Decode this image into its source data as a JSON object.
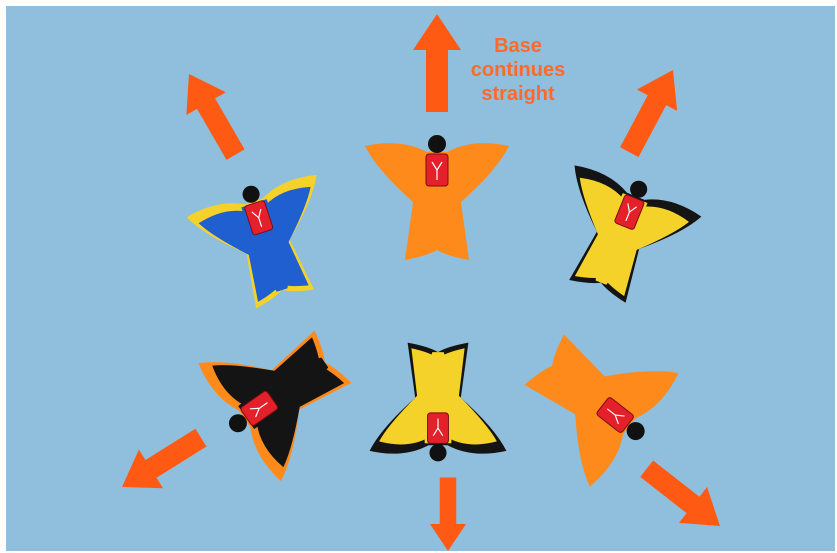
{
  "caption": {
    "lines": [
      "Base",
      "continues",
      "straight"
    ]
  },
  "colors": {
    "sky": "#8fbfdd",
    "arrow": "#ff5a14",
    "caption": "#ff6a2a",
    "suit_blue": "#1f5fd0",
    "suit_yellow": "#f4d22a",
    "suit_orange": "#ff8a1c",
    "suit_black": "#141414",
    "rig_red": "#e4202a",
    "helmet": "#111111"
  },
  "flyers": [
    {
      "name": "base-flyer",
      "suit": "orange",
      "heading": "up"
    },
    {
      "name": "flyer-upper-left",
      "suit": "blue-yellow",
      "heading": "up-left"
    },
    {
      "name": "flyer-upper-right",
      "suit": "yellow-black",
      "heading": "up-right"
    },
    {
      "name": "flyer-lower-left",
      "suit": "black-orange",
      "heading": "down-left"
    },
    {
      "name": "flyer-bottom-center",
      "suit": "yellow-black",
      "heading": "down"
    },
    {
      "name": "flyer-lower-right",
      "suit": "orange",
      "heading": "down-right"
    }
  ]
}
